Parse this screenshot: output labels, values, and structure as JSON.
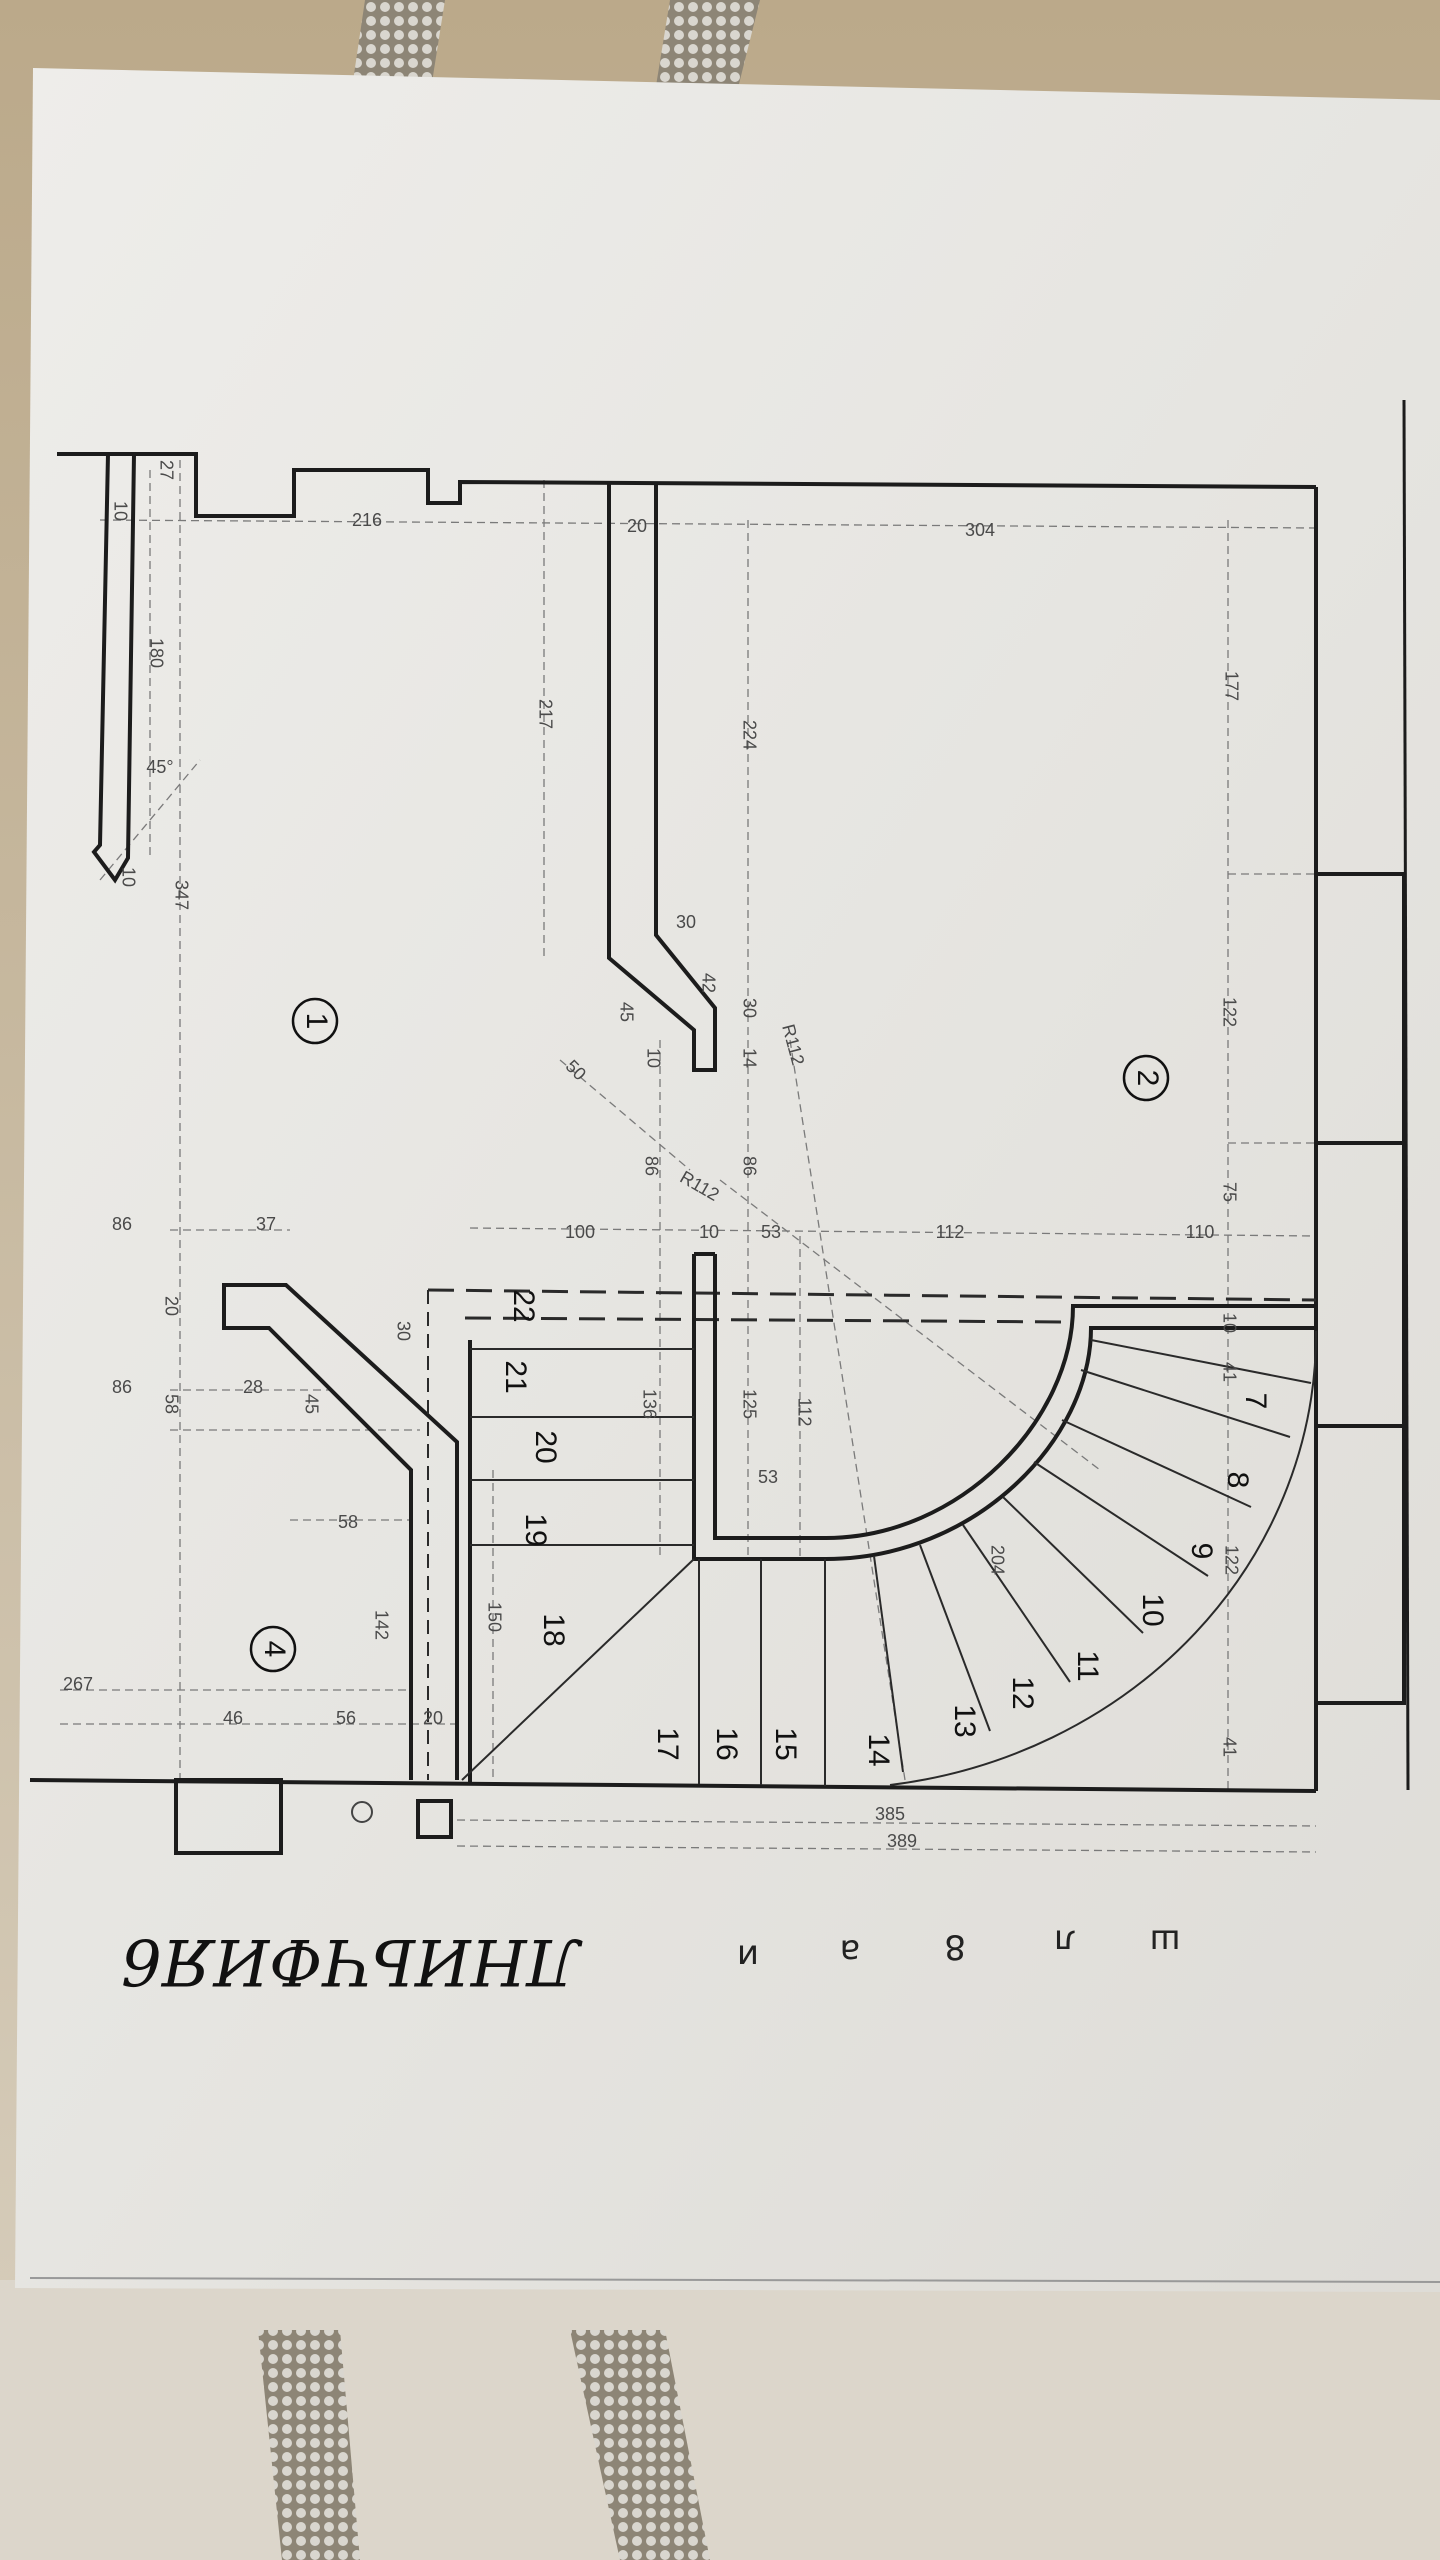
{
  "drawing": {
    "rooms": [
      "1",
      "2",
      "4"
    ],
    "steps": [
      "7",
      "8",
      "9",
      "10",
      "11",
      "12",
      "13",
      "14",
      "15",
      "16",
      "17",
      "18",
      "19",
      "20",
      "21",
      "22"
    ],
    "dimensions": [
      "27",
      "10",
      "216",
      "20",
      "304",
      "180",
      "217",
      "224",
      "177",
      "45°",
      "10",
      "347",
      "30",
      "42",
      "45",
      "30",
      "122",
      "10",
      "14",
      "R112",
      "50",
      "86",
      "R112",
      "86",
      "75",
      "86",
      "37",
      "100",
      "10",
      "53",
      "112",
      "110",
      "20",
      "30",
      "10",
      "41",
      "86",
      "28",
      "58",
      "45",
      "136",
      "125",
      "112",
      "53",
      "58",
      "204",
      "122",
      "142",
      "150",
      "267",
      "46",
      "56",
      "20",
      "41",
      "385",
      "389"
    ],
    "handwritten_note": "ЛНИЬЧФИЯ6",
    "handwritten_marks": [
      "ш",
      "л",
      "8",
      "а",
      "и"
    ]
  },
  "colors": {
    "paper": "#e9e8e4",
    "background": "#cbbfa8",
    "ink": "#1c1c1c"
  }
}
